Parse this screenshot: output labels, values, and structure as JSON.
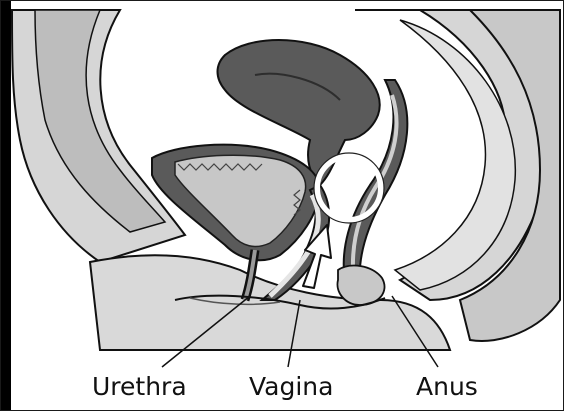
{
  "labels": {
    "urethra": "Urethra",
    "vagina": "Vagina",
    "anus": "Anus"
  },
  "colors": {
    "outline": "#111111",
    "light_tissue": "#d6d6d6",
    "mid_tissue": "#b8b8b8",
    "dark_organ": "#5a5a5a",
    "background": "#ffffff",
    "arrow": "#ffffff"
  },
  "icons": {
    "arrow": "up-arrow-icon",
    "highlight": "circle-highlight"
  }
}
